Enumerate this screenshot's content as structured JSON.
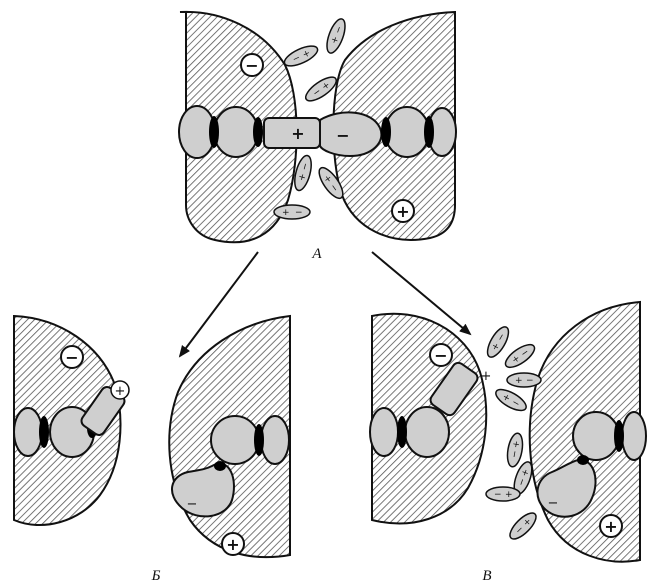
{
  "labels": {
    "panel_a": "A",
    "panel_b": "Б",
    "panel_c": "В"
  },
  "signs": {
    "plus": "+",
    "minus": "−"
  },
  "colors": {
    "stroke": "#111111",
    "hatch": "#444444",
    "blob": "#cfcfcf",
    "junction": "#000000",
    "background": "#ffffff"
  }
}
